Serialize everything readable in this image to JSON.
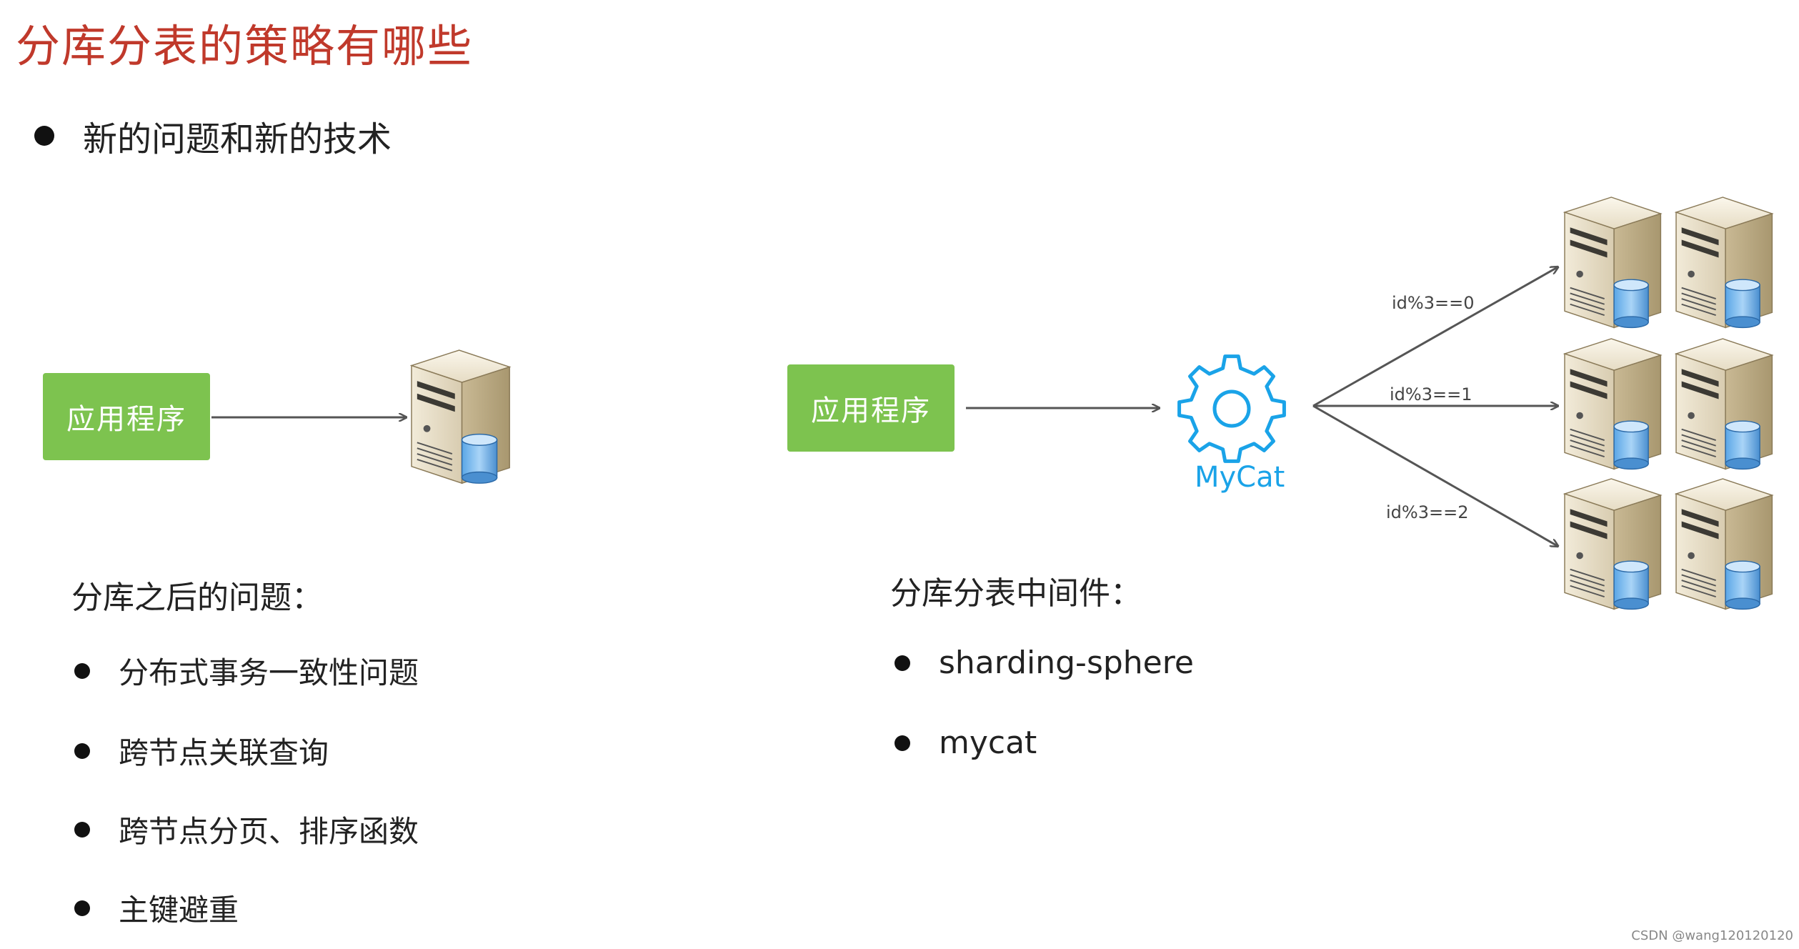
{
  "title": "分库分表的策略有哪些",
  "subtitle": "新的问题和新的技术",
  "left_diagram": {
    "app_label": "应用程序"
  },
  "right_diagram": {
    "app_label": "应用程序",
    "middleware_name": "MyCat",
    "rules": [
      "id%3==0",
      "id%3==1",
      "id%3==2"
    ]
  },
  "problems": {
    "heading": "分库之后的问题：",
    "items": [
      "分布式事务一致性问题",
      "跨节点关联查询",
      "跨节点分页、排序函数",
      "主键避重"
    ]
  },
  "middleware": {
    "heading": "分库分表中间件：",
    "items": [
      "sharding-sphere",
      "mycat"
    ]
  },
  "watermark": "CSDN @wang120120120",
  "colors": {
    "title": "#c0392b",
    "app_box": "#7dc34f",
    "mycat": "#1aa3e8",
    "arrow": "#555555"
  },
  "icons": {
    "server": "server-with-database-icon",
    "middleware": "gear-icon"
  }
}
